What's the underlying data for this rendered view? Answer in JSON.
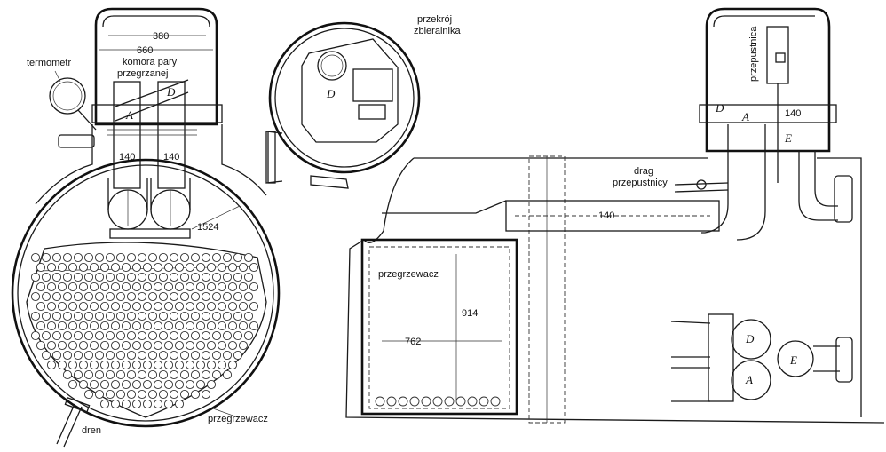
{
  "labels": {
    "termometr": "termometr",
    "komora_line1": "komora pary",
    "komora_line2": "przegrzanej",
    "przekroj_line1": "przekrój",
    "przekroj_line2": "zbieralnika",
    "przepustnica": "przepustnica",
    "drag_line1": "drag",
    "drag_line2": "przepustnicy",
    "przegrzewacz_side": "przegrzewacz",
    "przegrzewacz_front": "przegrzewacz",
    "dren": "dren"
  },
  "dimensions": {
    "d380": "380",
    "d660": "660",
    "d140_left": "140",
    "d140_right": "140",
    "d1524": "1524",
    "d140_pipe": "140",
    "d140_top": "140",
    "d914": "914",
    "d762": "762"
  },
  "letters": {
    "A_front": "A",
    "D_front": "D",
    "D_section": "D",
    "D_side": "D",
    "A_side": "A",
    "E_side": "E",
    "D_detail": "D",
    "A_detail": "A",
    "E_detail": "E"
  }
}
